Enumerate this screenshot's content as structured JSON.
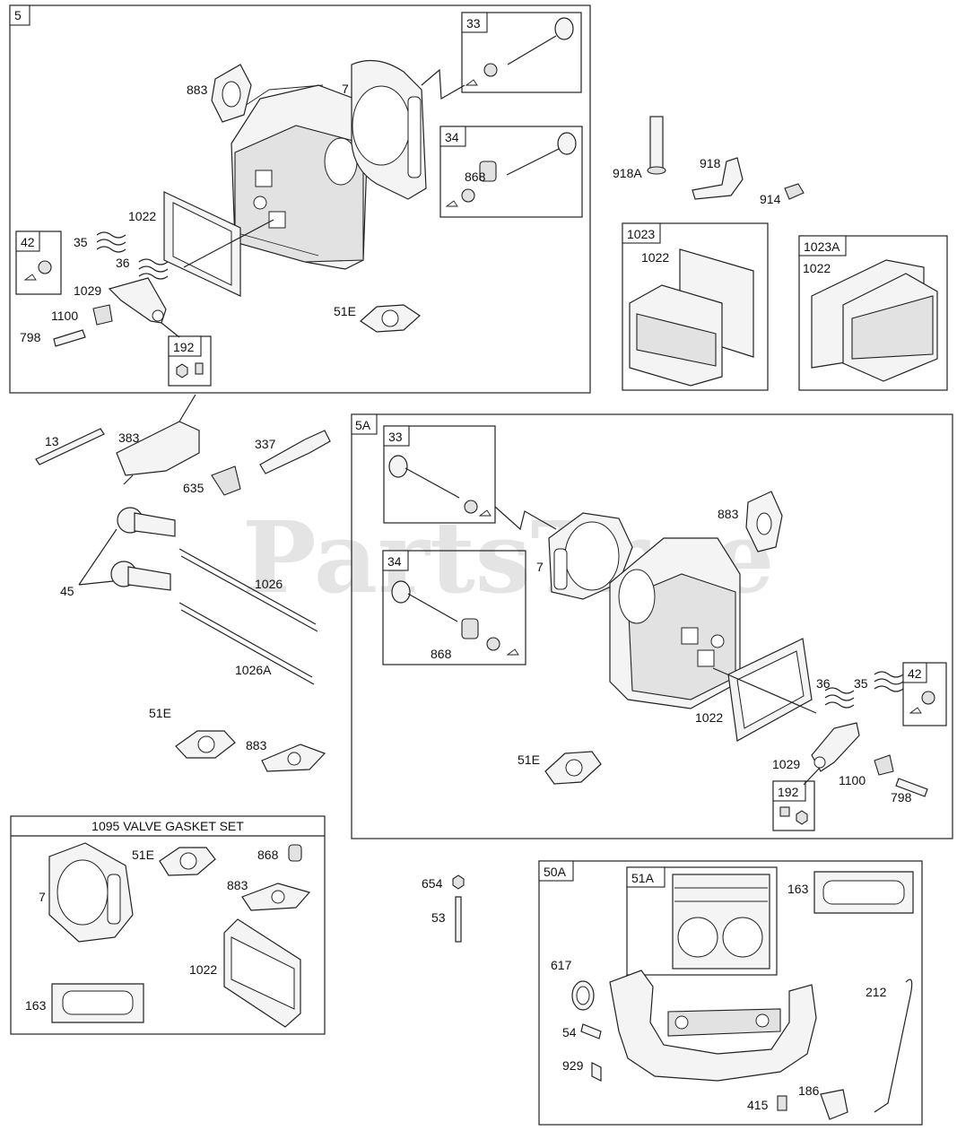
{
  "watermark": "PartsTree",
  "sections": {
    "head_5": "5",
    "head_5a": "5A",
    "manifold_50a": "50A",
    "gasket_set": "1095 VALVE GASKET SET"
  },
  "subboxes": {
    "intake_valve": "33",
    "exhaust_valve": "34",
    "retainer": "42",
    "adjuster": "192",
    "cover_1023": "1023",
    "cover_1023a": "1023A",
    "gasket_51a": "51A"
  },
  "callouts": {
    "gasket_883_a": "883",
    "head_gasket_7_a": "7",
    "valve_868_a": "868",
    "gasket_1022_a": "1022",
    "spring_35_a": "35",
    "spring_36_a": "36",
    "rocker_1029_a": "1029",
    "guide_1100_a": "1100",
    "screw_798_a": "798",
    "gasket_51e_a": "51E",
    "tube_918a": "918A",
    "tube_918": "918",
    "screw_914": "914",
    "gasket_1022_c1": "1022",
    "gasket_1022_c2": "1022",
    "bolt_13": "13",
    "breather_383": "383",
    "plug_337": "337",
    "elbow_635": "635",
    "tappet_45": "45",
    "pushrod_1026": "1026",
    "pushrod_1026a": "1026A",
    "gasket_51e_b": "51E",
    "gasket_883_b": "883",
    "gasket_883_c": "883",
    "head_gasket_7_b": "7",
    "valve_868_b": "868",
    "spring_36_b": "36",
    "spring_35_b": "35",
    "gasket_1022_b": "1022",
    "gasket_51e_c": "51E",
    "rocker_1029_b": "1029",
    "guide_1100_b": "1100",
    "screw_798_b": "798",
    "set_7": "7",
    "set_51e": "51E",
    "set_868": "868",
    "set_883": "883",
    "set_1022": "1022",
    "set_163": "163",
    "nut_654": "654",
    "stud_53": "53",
    "gasket_163_m": "163",
    "oring_617": "617",
    "screw_54": "54",
    "screw_929": "929",
    "tube_212": "212",
    "fitting_186": "186",
    "plug_415": "415"
  }
}
